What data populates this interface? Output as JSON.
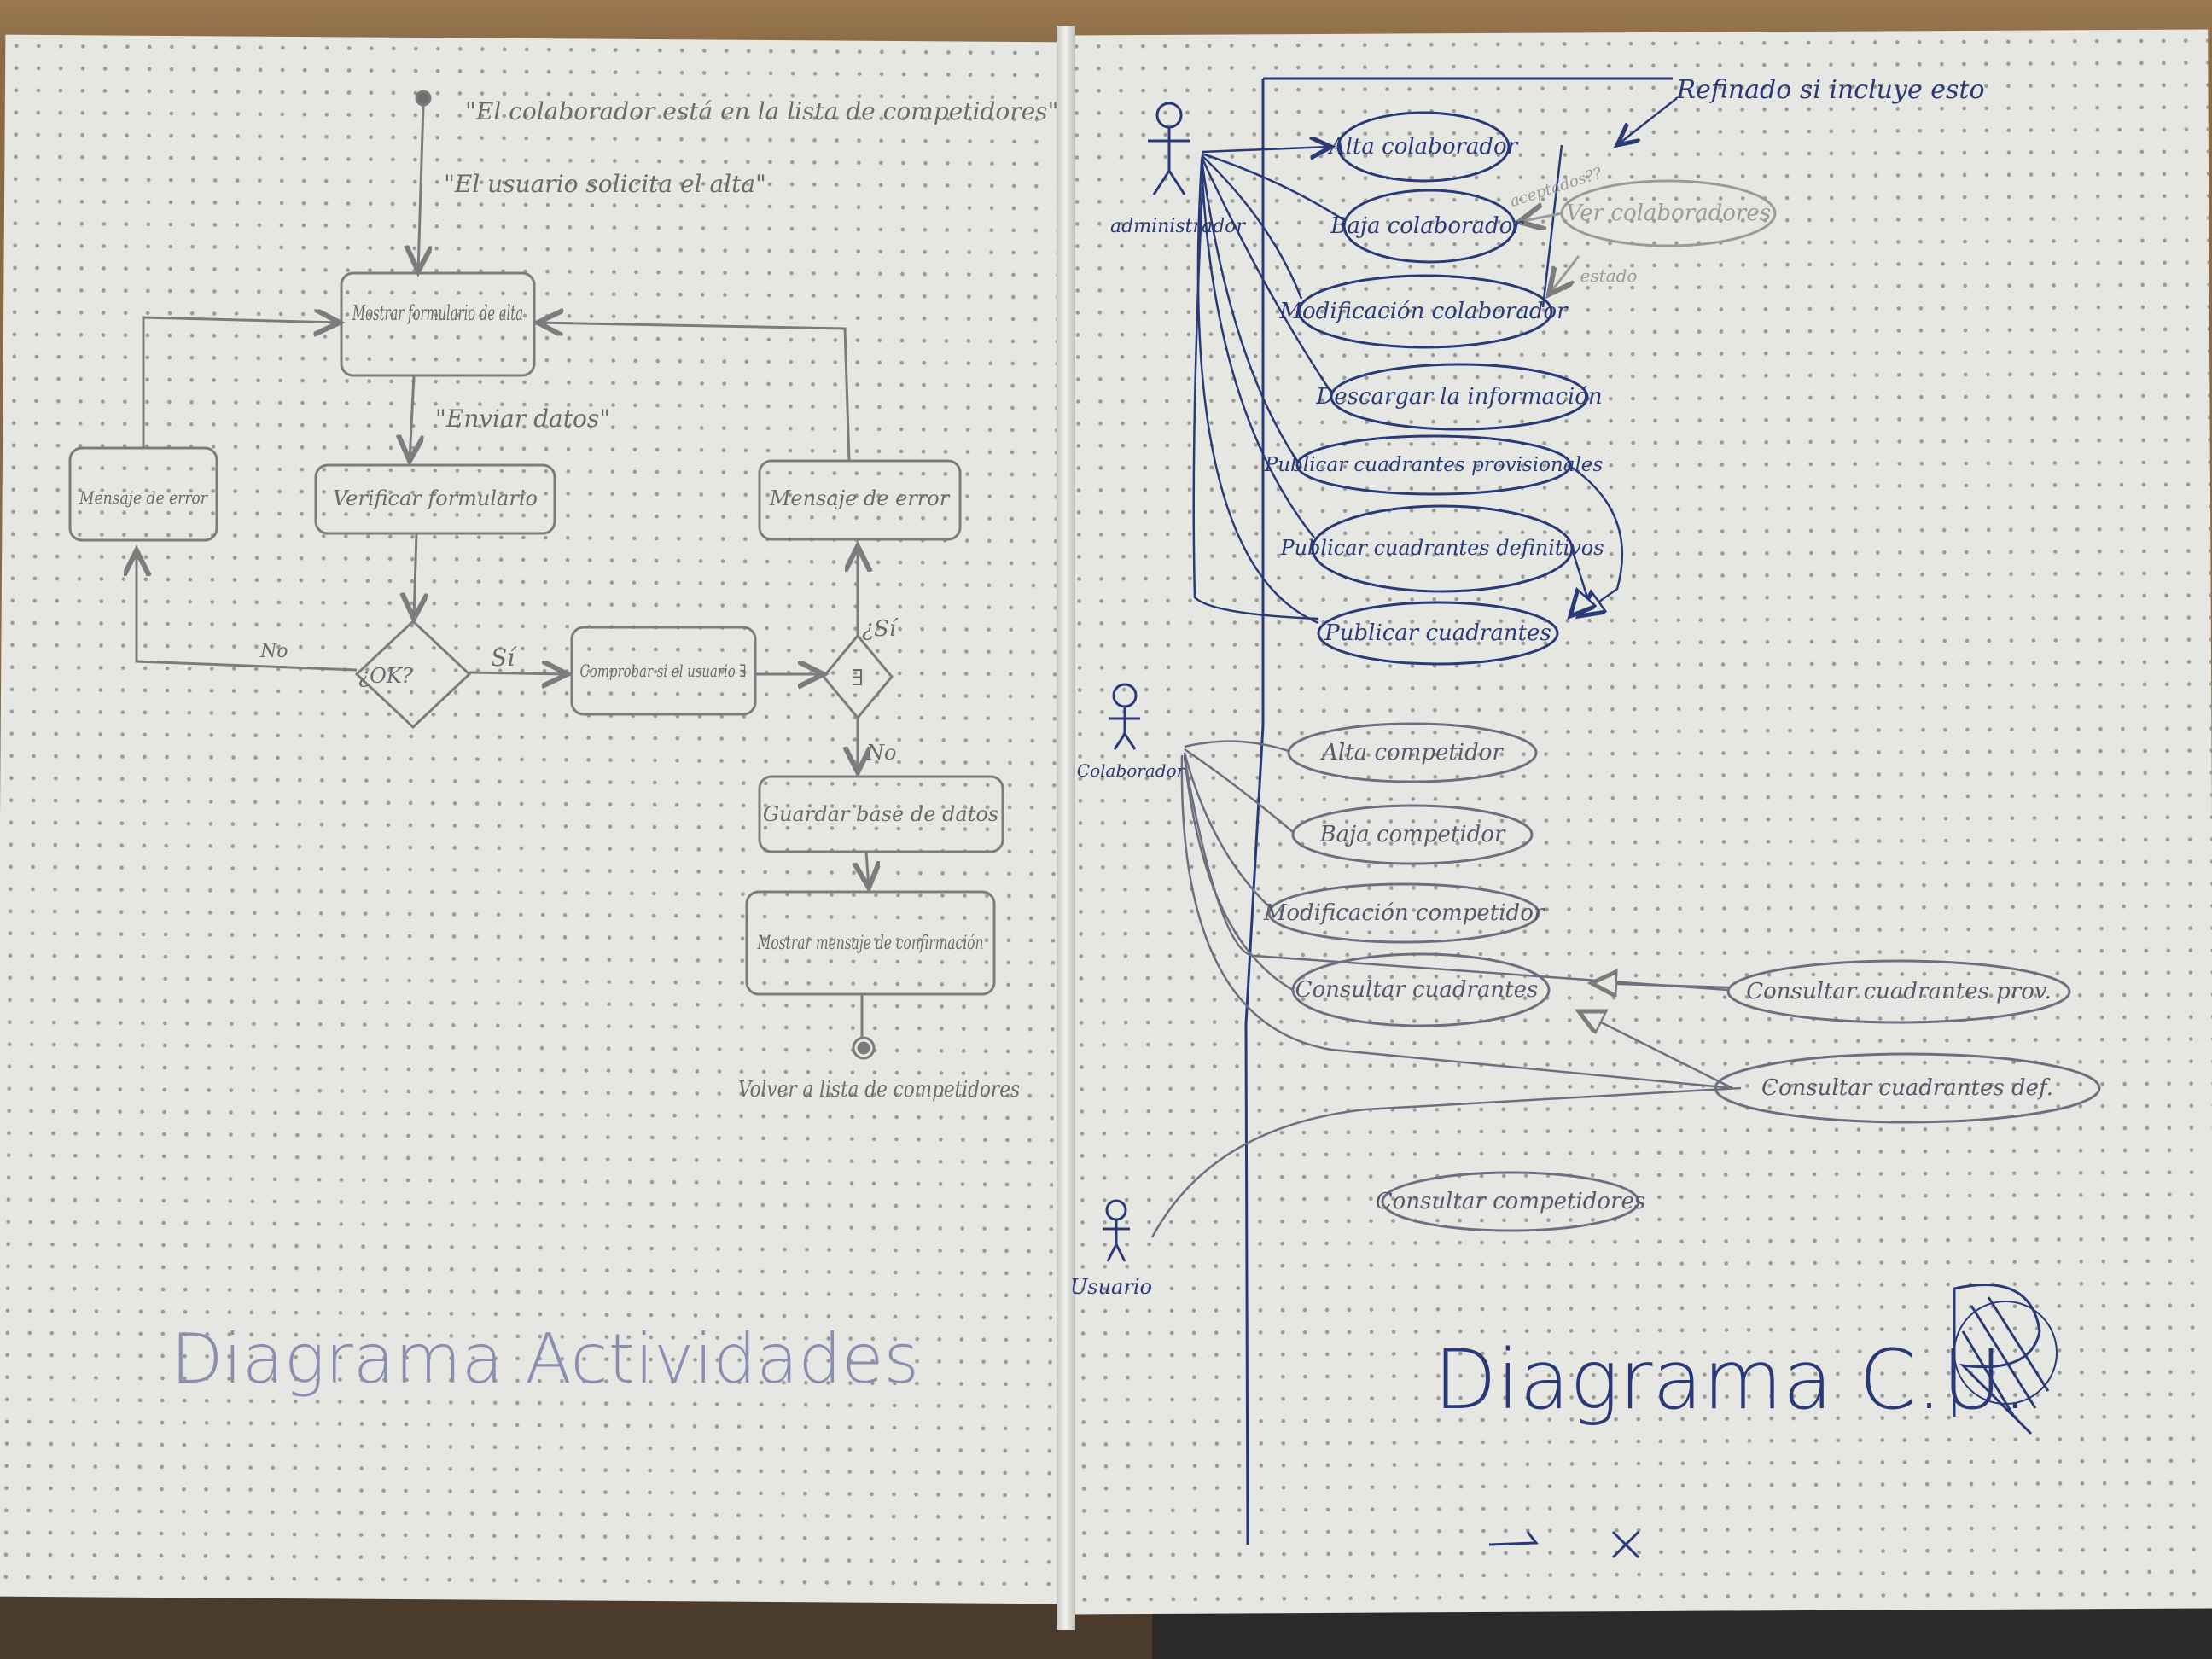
{
  "activity_diagram": {
    "note_top_1": "\"El colaborador está en la lista de competidores\"",
    "note_top_2": "\"El usuario solicita el alta\"",
    "box_show_form": "Mostrar formulario de alta",
    "label_send_data": "\"Enviar datos\"",
    "box_verify_form": "Verificar formulario",
    "box_error_left": "Mensaje de error",
    "box_error_right": "Mensaje de error",
    "decision_ok": "¿OK?",
    "label_no": "No",
    "label_si": "Sí",
    "box_check_user": "Comprobar si el usuario ∃",
    "decision_exists": "∃",
    "label_si_q": "¿Sí",
    "label_no_2": "No",
    "box_save_db": "Guardar base de datos",
    "box_show_confirm": "Mostrar mensaje de confirmación",
    "note_return": "Volver a lista de competidores",
    "title": "Diagrama Actividades"
  },
  "use_case_diagram": {
    "actor_admin": "administrador",
    "actor_collab": "Colaborador",
    "actor_user": "Usuario",
    "note_refined": "Refinado si incluye esto",
    "note_accepted": "aceptados??",
    "note_state": "estado",
    "case_see_collab": "Ver colaboradores",
    "cases_admin": [
      "Alta colaborador",
      "Baja colaborador",
      "Modificación colaborador",
      "Descargar la información",
      "Publicar cuadrantes provisionales",
      "Publicar cuadrantes definitivos",
      "Publicar cuadrantes"
    ],
    "cases_collab": [
      "Alta competidor",
      "Baja competidor",
      "Modificación competidor",
      "Consultar cuadrantes"
    ],
    "case_prov": "Consultar cuadrantes prov.",
    "case_def": "Consultar cuadrantes def.",
    "case_user": "Consultar competidores",
    "title": "Diagrama C.U."
  },
  "colors": {
    "pencil": "#7c7c7c",
    "ink": "#2a3a78",
    "paper": "#e6e6e2"
  }
}
